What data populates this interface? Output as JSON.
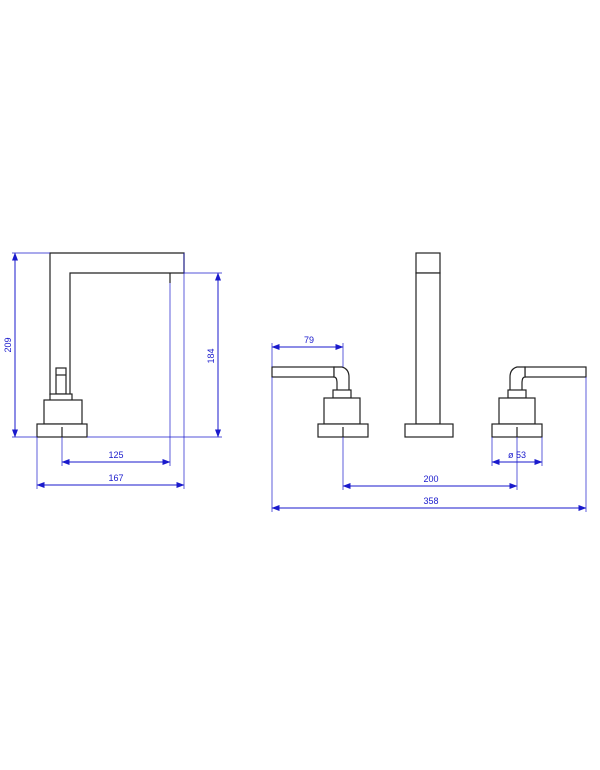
{
  "colors": {
    "dimension": "#1a1acc",
    "outline": "#222222",
    "background": "#ffffff"
  },
  "side_view": {
    "overall_height": "209",
    "spout_height": "184",
    "spout_reach": "125",
    "overall_depth": "167"
  },
  "front_view": {
    "handle_length": "79",
    "center_spacing": "200",
    "base_diameter": "ø 53",
    "overall_width": "358"
  }
}
